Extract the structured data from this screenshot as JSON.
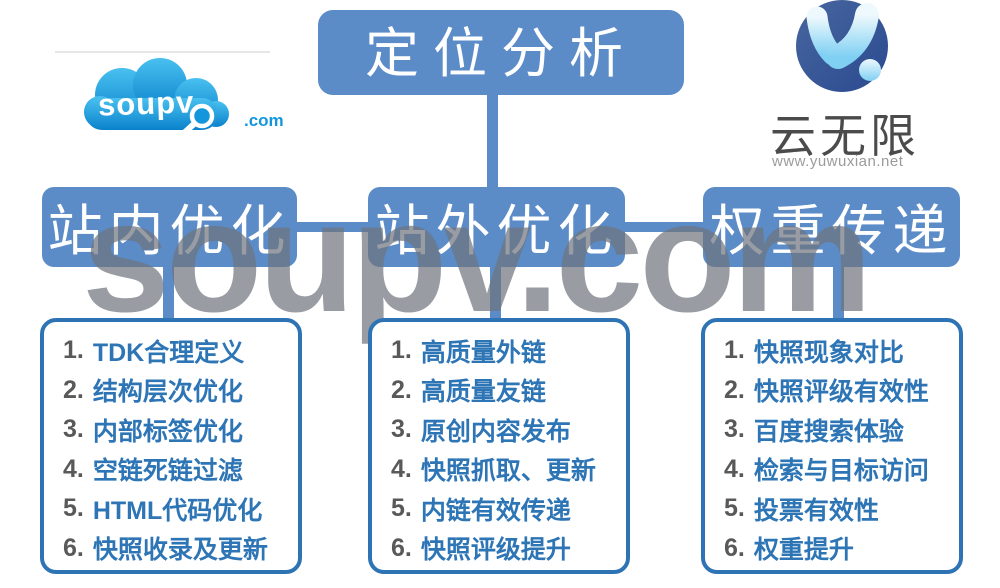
{
  "watermark": "soupv.com",
  "logos": {
    "soupv": {
      "text": "soupv",
      "suffix": ".com"
    },
    "yunwuxian": {
      "name": "云无限",
      "site": "www.yuwuxian.net"
    }
  },
  "diagram": {
    "root_label": "定位分析",
    "branches": [
      {
        "label": "站内优化",
        "items": [
          {
            "num": "1.",
            "text": "TDK合理定义"
          },
          {
            "num": "2.",
            "text": "结构层次优化"
          },
          {
            "num": "3.",
            "text": "内部标签优化"
          },
          {
            "num": "4.",
            "text": "空链死链过滤"
          },
          {
            "num": "5.",
            "text": "HTML代码优化"
          },
          {
            "num": "6.",
            "text": "快照收录及更新"
          }
        ]
      },
      {
        "label": "站外优化",
        "items": [
          {
            "num": "1.",
            "text": "高质量外链"
          },
          {
            "num": "2.",
            "text": "高质量友链"
          },
          {
            "num": "3.",
            "text": "原创内容发布"
          },
          {
            "num": "4.",
            "text": "快照抓取、更新"
          },
          {
            "num": "5.",
            "text": "内链有效传递"
          },
          {
            "num": "6.",
            "text": "快照评级提升"
          }
        ]
      },
      {
        "label": "权重传递",
        "items": [
          {
            "num": "1.",
            "text": "快照现象对比"
          },
          {
            "num": "2.",
            "text": "快照评级有效性"
          },
          {
            "num": "3.",
            "text": "百度搜索体验"
          },
          {
            "num": "4.",
            "text": "检索与目标访问"
          },
          {
            "num": "5.",
            "text": "投票有效性"
          },
          {
            "num": "6.",
            "text": "权重提升"
          }
        ]
      }
    ]
  },
  "colors": {
    "box_blue": "#5b8cc8",
    "list_border": "#2e74b5",
    "item_text_blue": "#2e75b6",
    "item_number_gray": "#595959",
    "watermark_gray": "#9c9c9c",
    "soupv_cloud_blue": "#1496dd",
    "ywx_navy": "#35549a"
  }
}
